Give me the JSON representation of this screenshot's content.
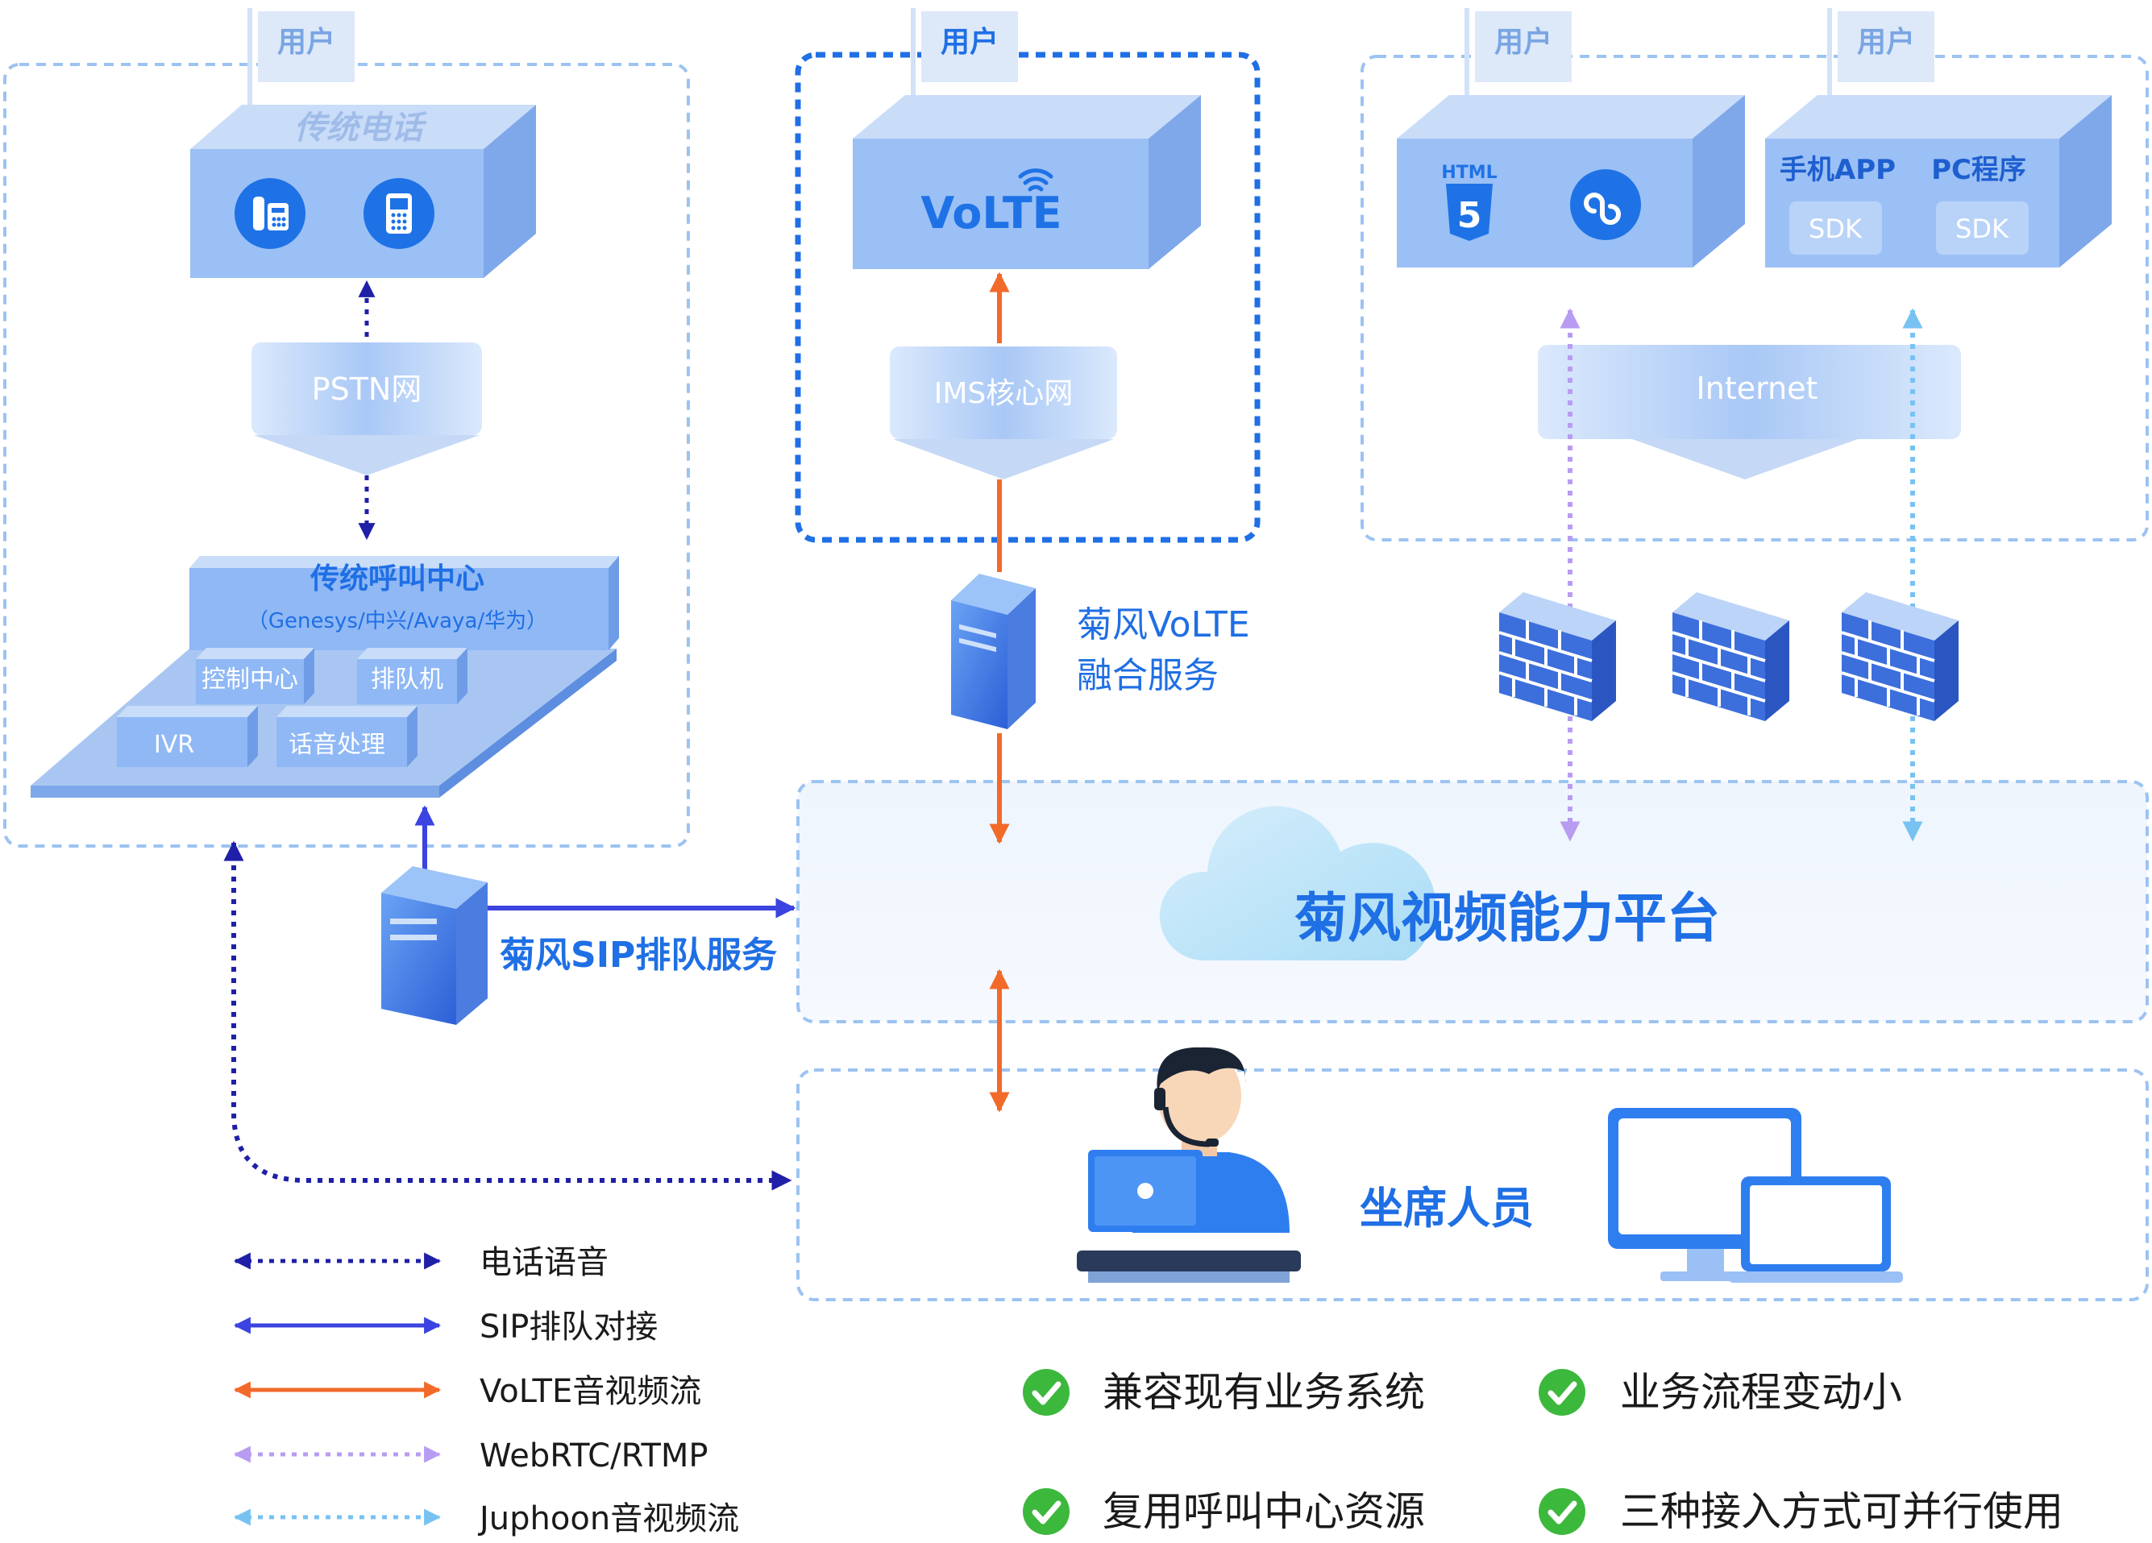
{
  "left_panel": {
    "user_flag": "用户",
    "phone_box_title": "传统电话",
    "pstn": "PSTN网",
    "call_center_title": "传统呼叫中心",
    "call_center_vendors": "（Genesys/中兴/Avaya/华为）",
    "control_center": "控制中心",
    "queue_machine": "排队机",
    "ivr": "IVR",
    "voice_processing": "话音处理"
  },
  "middle_panel": {
    "user_flag": "用户",
    "volte_logo": "VoLTE",
    "ims": "IMS核心网",
    "server_label_line1": "菊风VoLTE",
    "server_label_line2": "融合服务"
  },
  "right_panel": {
    "user_flag_1": "用户",
    "user_flag_2": "用户",
    "html5_label": "HTML",
    "html5_digit": "5",
    "mobile_app": "手机APP",
    "pc_program": "PC程序",
    "sdk_1": "SDK",
    "sdk_2": "SDK",
    "internet": "Internet"
  },
  "sip_server_label": "菊风SIP排队服务",
  "platform": {
    "title": "菊风视频能力平台"
  },
  "agent": {
    "title": "坐席人员"
  },
  "legend": [
    {
      "label": "电话语音",
      "color": "#1f1fa8",
      "style": "dotted"
    },
    {
      "label": "SIP排队对接",
      "color": "#3b43e0",
      "style": "solid"
    },
    {
      "label": "VoLTE音视频流",
      "color": "#f26a2a",
      "style": "solid"
    },
    {
      "label": "WebRTC/RTMP",
      "color": "#b89cf2",
      "style": "dotted"
    },
    {
      "label": "Juphoon音视频流",
      "color": "#78c2f2",
      "style": "dotted"
    }
  ],
  "features": [
    "兼容现有业务系统",
    "业务流程变动小",
    "复用呼叫中心资源",
    "三种接入方式可并行使用"
  ],
  "colors": {
    "brand_blue": "#1f6fe5",
    "box_blue": "#8fb8f5",
    "panel_border": "#9cc3f2",
    "check_green": "#3cb83c"
  }
}
